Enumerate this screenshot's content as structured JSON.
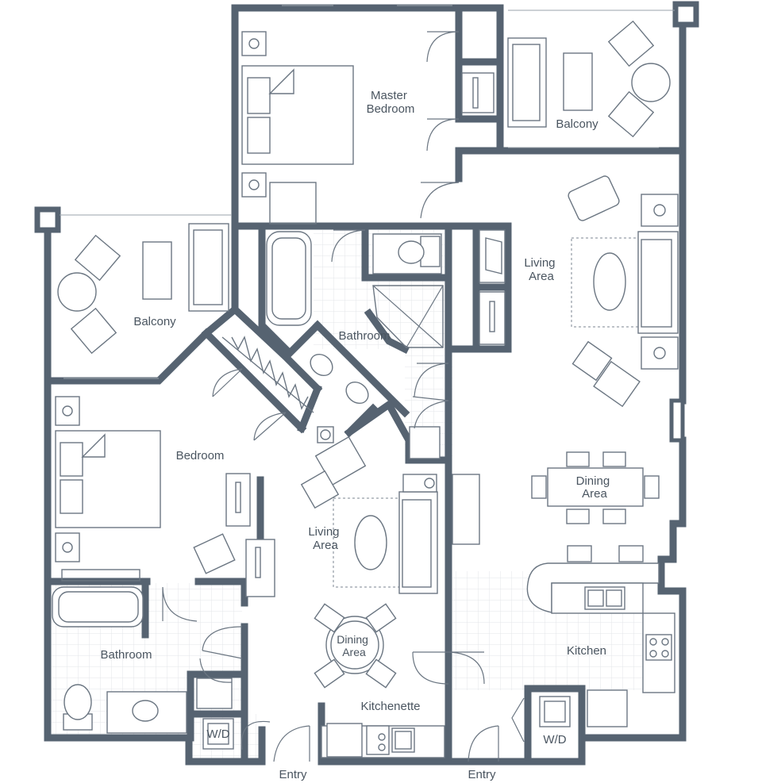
{
  "rooms": {
    "master_bedroom": [
      "Master",
      "Bedroom"
    ],
    "balcony_top": "Balcony",
    "balcony_left": "Balcony",
    "living_area_right": [
      "Living",
      "Area"
    ],
    "bathroom_center": "Bathroom",
    "bedroom": "Bedroom",
    "dining_area_right": [
      "Dining",
      "Area"
    ],
    "living_area_center": [
      "Living",
      "Area"
    ],
    "dining_area_center": [
      "Dining",
      "Area"
    ],
    "bathroom_left": "Bathroom",
    "kitchen": "Kitchen",
    "kitchenette": "Kitchenette",
    "wd_left": "W/D",
    "wd_right": "W/D",
    "entry_left": "Entry",
    "entry_right": "Entry"
  },
  "colors": {
    "wall": "#566371",
    "furniture_stroke": "#6b7682",
    "label": "#4a5560",
    "tile": "#e3e6e9"
  }
}
